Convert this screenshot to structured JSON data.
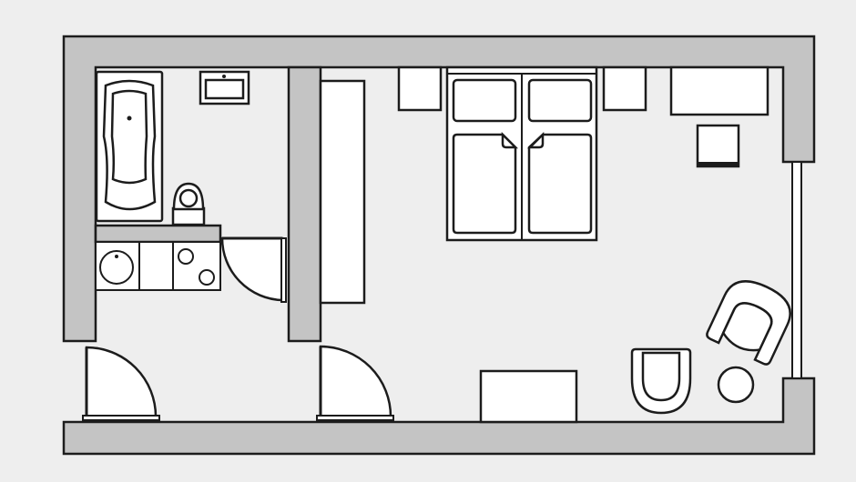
{
  "diagram": {
    "type": "floor-plan",
    "rooms": [
      "bathroom",
      "bedroom",
      "entry-hall"
    ],
    "furniture": [
      "bathtub",
      "sink",
      "toilet",
      "vanity-sink",
      "washing-machine",
      "wardrobe",
      "nightstand",
      "double-bed",
      "desk",
      "side-table",
      "armchair",
      "round-table",
      "bench"
    ],
    "colors": {
      "background": "#eeeeee",
      "wall_fill": "#c4c4c4",
      "line": "#1c1c1c",
      "furniture_fill": "#ffffff"
    }
  }
}
